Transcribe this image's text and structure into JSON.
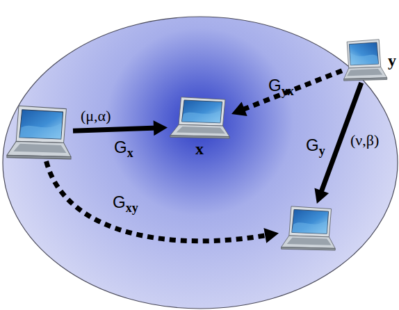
{
  "diagram": {
    "nodes": [
      {
        "text": []
      },
      {
        "text": [
          "x"
        ]
      },
      {
        "text": [
          "y"
        ]
      },
      {
        "text": []
      }
    ],
    "edges": [
      {
        "from": 0,
        "to": 1,
        "arrow": "to",
        "label": "Gx"
      },
      {
        "from": 2,
        "to": 1,
        "arrow": "to",
        "label": "Gyx"
      },
      {
        "from": 2,
        "to": 3,
        "arrow": "to",
        "label": "Gy"
      },
      {
        "from": 0,
        "to": 3,
        "arrow": "to",
        "label": "Gxy"
      }
    ],
    "labels": [
      "(μ,α)",
      "(ν,β)"
    ]
  }
}
